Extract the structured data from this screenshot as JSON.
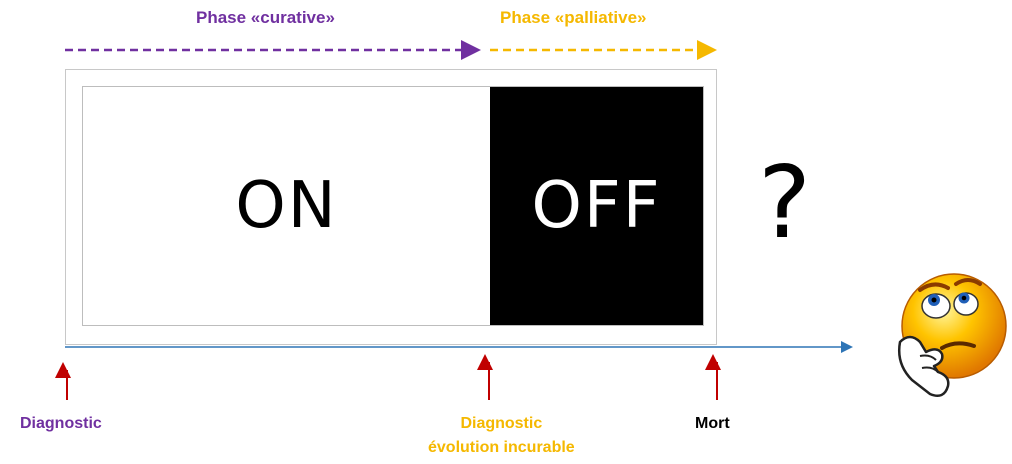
{
  "phases": {
    "curative": "Phase «curative»",
    "palliative": "Phase «palliative»"
  },
  "switch": {
    "on_label": "ON",
    "off_label": "OFF"
  },
  "question_mark": "?",
  "markers": {
    "diagnostic": "Diagnostic",
    "incurable_line1": "Diagnostic",
    "incurable_line2": "évolution incurable",
    "mort": "Mort"
  },
  "colors": {
    "curative": "#7030a0",
    "palliative": "#f5b800",
    "timeline": "#2e75b6",
    "marker_arrow": "#c00000"
  },
  "icons": {
    "thinking_face": "thinking-face-icon"
  }
}
